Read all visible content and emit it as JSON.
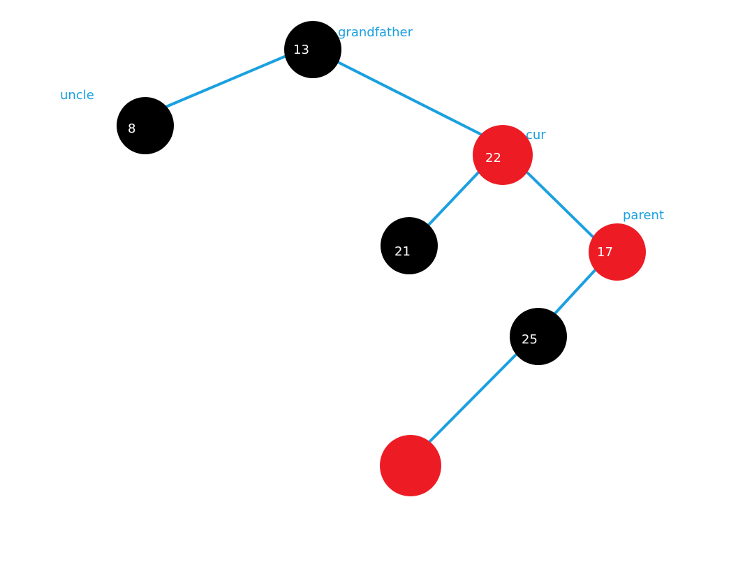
{
  "colors": {
    "edge": "#1aa0e0",
    "black_node": "#000000",
    "red_node": "#ed1c24",
    "node_text": "#ffffff",
    "role_text": "#1aa0e0"
  },
  "nodes": [
    {
      "id": "n13",
      "value": "13",
      "color": "black"
    },
    {
      "id": "n8",
      "value": "8",
      "color": "black"
    },
    {
      "id": "n22",
      "value": "22",
      "color": "red"
    },
    {
      "id": "n21",
      "value": "21",
      "color": "black"
    },
    {
      "id": "n17",
      "value": "17",
      "color": "red"
    },
    {
      "id": "n25",
      "value": "25",
      "color": "black"
    },
    {
      "id": "nnew",
      "value": "",
      "color": "red"
    }
  ],
  "edges": [
    {
      "from": "n13",
      "to": "n8"
    },
    {
      "from": "n13",
      "to": "n22"
    },
    {
      "from": "n22",
      "to": "n21"
    },
    {
      "from": "n22",
      "to": "n17"
    },
    {
      "from": "n17",
      "to": "n25"
    },
    {
      "from": "n25",
      "to": "nnew"
    }
  ],
  "roles": {
    "grandfather": "grandfather",
    "uncle": "uncle",
    "cur": "cur",
    "parent": "parent"
  }
}
